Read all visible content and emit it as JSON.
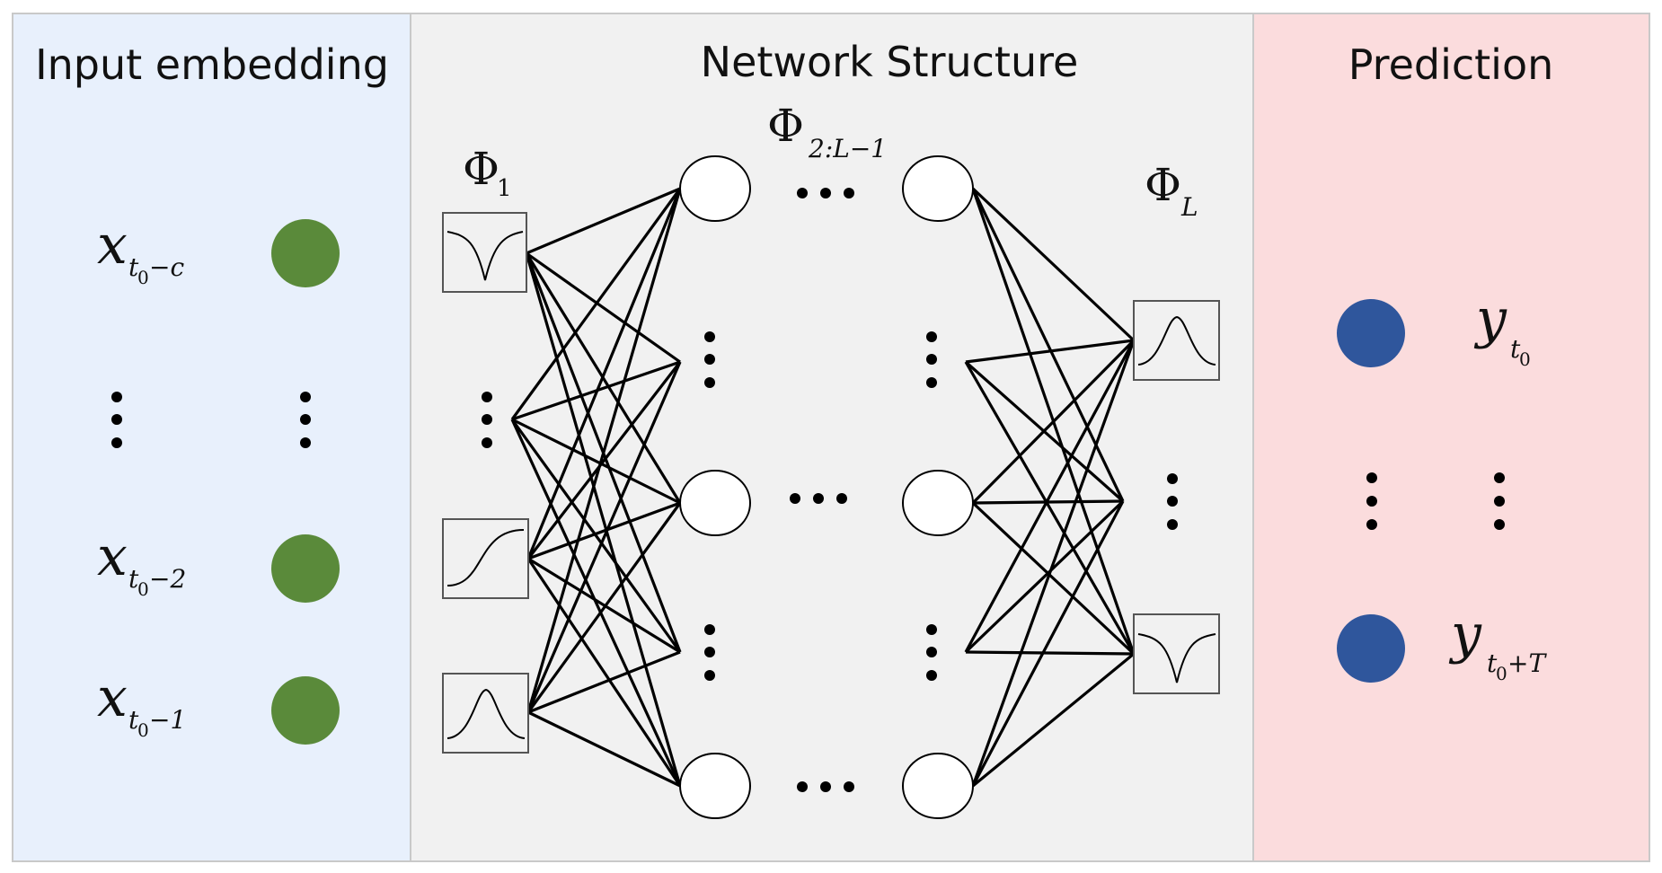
{
  "panels": {
    "input": {
      "title": "Input embedding",
      "color": "#e8f0fc"
    },
    "network": {
      "title": "Network Structure",
      "color": "#f1f1f1"
    },
    "prediction": {
      "title": "Prediction",
      "color": "#fbdcdd"
    }
  },
  "colors": {
    "input_node": "#5a8a3a",
    "output_node": "#2f569c",
    "line": "#000000",
    "panel_border": "#c9c9c9"
  },
  "inputs": [
    {
      "base": "x",
      "sub_main": "t",
      "sub_sub": "0",
      "sub_tail": "−c"
    },
    {
      "base": "x",
      "sub_main": "t",
      "sub_sub": "0",
      "sub_tail": "−2"
    },
    {
      "base": "x",
      "sub_main": "t",
      "sub_sub": "0",
      "sub_tail": "−1"
    }
  ],
  "outputs": [
    {
      "base": "y",
      "sub_main": "t",
      "sub_sub": "0",
      "sub_tail": ""
    },
    {
      "base": "y",
      "sub_main": "t",
      "sub_sub": "0",
      "sub_tail": "+T"
    }
  ],
  "phi_labels": {
    "first": {
      "symbol": "Φ",
      "sub": "1"
    },
    "middle": {
      "symbol": "Φ",
      "sub": "2:L−1"
    },
    "last": {
      "symbol": "Φ",
      "sub": "L"
    }
  },
  "activations": {
    "first_layer": [
      "inverted-bell",
      "sigmoid",
      "bell"
    ],
    "last_layer": [
      "bell",
      "inverted-bell"
    ]
  }
}
